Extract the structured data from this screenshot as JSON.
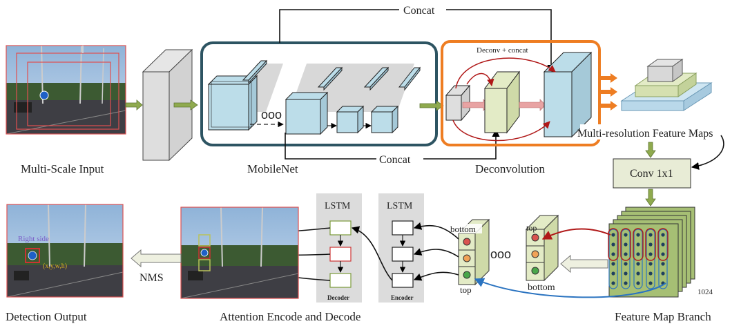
{
  "labels": {
    "concat_top": "Concat",
    "concat_bottom": "Concat",
    "deconv_concat": "Deconv + concat",
    "multires": "Multi-resolution Feature Maps",
    "conv": "Conv 1x1",
    "nms": "NMS",
    "lstm_decoder": "LSTM",
    "lstm_encoder": "LSTM",
    "decoder": "Decoder",
    "encoder": "Encoder",
    "bottom_left": "bottom",
    "top_left": "top",
    "top_right": "top",
    "bottom_right": "bottom",
    "ellipsis_net": "ooo",
    "ellipsis_seq": "ooo",
    "channels": "1024",
    "right_side": "Right side",
    "bbox": "(x,y,w,h)"
  },
  "captions": {
    "input": "Multi-Scale Input",
    "mobilenet": "MobileNet",
    "deconvolution": "Deconvolution",
    "detection": "Detection Output",
    "attention": "Attention Encode and Decode",
    "featuremap": "Feature Map Branch"
  },
  "colors": {
    "teal_frame": "#2d5462",
    "orange_frame": "#ee7d22",
    "cube_blue": "#bcdde9",
    "cube_green": "#e3ebc6",
    "grid_green": "#a6bf74",
    "arrow_green": "#8faa4e",
    "arrow_orange": "#ee7d22",
    "arrow_red": "#b01818",
    "arrow_blue": "#2a73c0",
    "panel_gray": "#dcdcdc",
    "box_red": "#cc3333"
  }
}
